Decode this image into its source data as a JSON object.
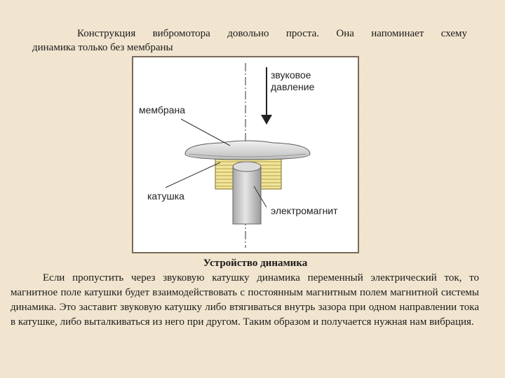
{
  "intro": {
    "line1": "Конструкция вибромотора довольно проста. Она напоминает схему",
    "line2": "динамика только без мембраны"
  },
  "diagram": {
    "labels": {
      "sound_pressure_1": "звуковое",
      "sound_pressure_2": "давление",
      "membrane": "мембрана",
      "coil": "катушка",
      "electromagnet": "электромагнит"
    }
  },
  "caption": "Устройство динамика",
  "body": "Если пропустить через звуковую катушку динамика переменный электрический ток, то магнитное поле катушки будет взаимодействовать с постоянным магнитным полем магнитной системы динамика. Это заставит звуковую катушку либо втягиваться внутрь зазора при одном направлении тока в катушке, либо выталкиваться из него при другом. Таким образом и получается нужная нам вибрация.",
  "colors": {
    "background": "#f3e6cf",
    "coil": "#f2e59a",
    "magnet": "#c8c8c8",
    "membrane": "#d9d9d9"
  }
}
